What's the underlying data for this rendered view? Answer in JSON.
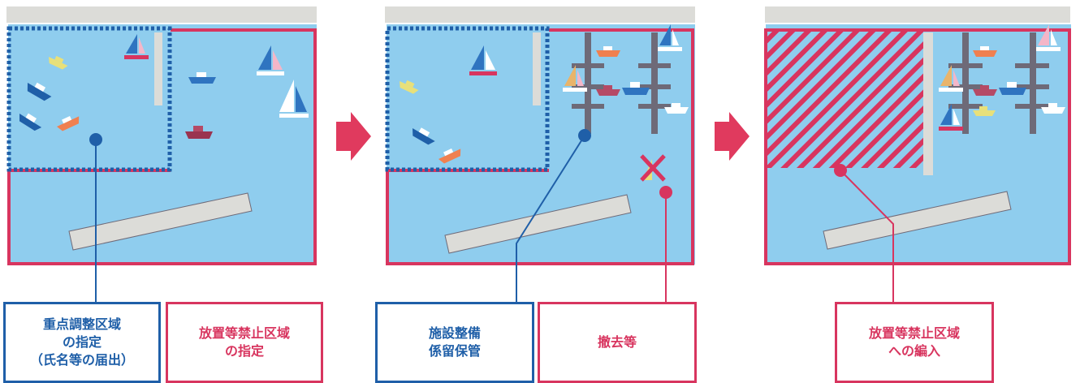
{
  "colors": {
    "water": "#8fcdee",
    "land_gray": "#dcdcd8",
    "important_zone_blue": "#1f5fa8",
    "prohibited_zone_red": "#d8355f",
    "arrow": "#e03a5e",
    "pier": "#6e6a78",
    "breakwater": "#dcdcd8"
  },
  "panels": [
    {
      "stage": "zone-designation",
      "icons": [
        "sailboat-icon",
        "motorboat-icon"
      ]
    },
    {
      "stage": "facility-and-removal",
      "icons": [
        "pier-icon",
        "sailboat-icon",
        "motorboat-icon",
        "removal-x-icon"
      ]
    },
    {
      "stage": "incorporation",
      "icons": [
        "pier-icon",
        "sailboat-icon",
        "motorboat-icon"
      ]
    }
  ],
  "labels": {
    "priority_zone": "重点調整区域\nの指定\n（氏名等の届出）",
    "no_mooring_zone": "放置等禁止区域\nの指定",
    "facility_storage": "施設整備\n係留保管",
    "removal": "撤去等",
    "incorporate": "放置等禁止区域\nへの編入"
  }
}
